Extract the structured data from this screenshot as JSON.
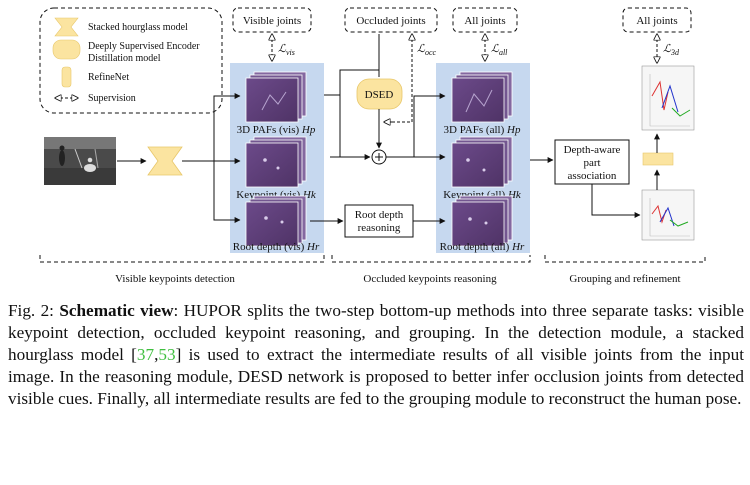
{
  "legend": {
    "hourglass": "Stacked hourglass model",
    "desed_line1": "Deeply Supervised Encoder",
    "desed_line2": "Distillation model",
    "refinenet": "RefineNet",
    "supervision": "Supervision"
  },
  "supervision_boxes": {
    "visible": "Visible joints",
    "occluded": "Occluded joints",
    "all": "All joints",
    "final": "All joints"
  },
  "losses": {
    "vis": "vis",
    "occ": "occ",
    "all": "all",
    "3d": "3d"
  },
  "modules": {
    "desed": "DSED",
    "root_depth_line1": "Root depth",
    "root_depth_line2": "reasoning",
    "grouping_line1": "Depth-aware",
    "grouping_line2": "part",
    "grouping_line3": "association"
  },
  "maps_vis": {
    "pafs": "3D PAFs (vis)",
    "pafs_sym": "Hp",
    "keypoint": "Keypoint (vis)",
    "keypoint_sym": "Hk",
    "root": "Root depth (vis)",
    "root_sym": "Hr"
  },
  "maps_all": {
    "pafs": "3D PAFs (all)",
    "pafs_sym": "Hp",
    "keypoint": "Keypoint (all)",
    "keypoint_sym": "Hk",
    "root": "Root depth (all)",
    "root_sym": "Hr"
  },
  "sections": {
    "detection": "Visible keypoints detection",
    "reasoning": "Occluded keypoints reasoning",
    "grouping": "Grouping and refinement"
  },
  "caption": {
    "prefix": "Fig. 2:",
    "title": "Schematic view",
    "part1": ": HUPOR splits the two-step bottom-up methods into three separate tasks: visible keypoint detection, occluded keypoint reasoning, and grouping. In the detection module, a stacked hourglass model [",
    "cite1": "37",
    "cite_sep": ",",
    "cite2": "53",
    "part2": "] is used to extract the intermediate results of all visible joints from the input image. In the reasoning module, DESD network is proposed to better infer occlusion joints from detected visible cues. Finally, all intermediate results are fed to the grouping module to reconstruct the human pose."
  },
  "colors": {
    "panel_blue": "#c6d8ef",
    "module_yellow": "#fbe4a0",
    "heatmap_purple": "#5e3f78",
    "cite_green": "#3fbf3f"
  }
}
